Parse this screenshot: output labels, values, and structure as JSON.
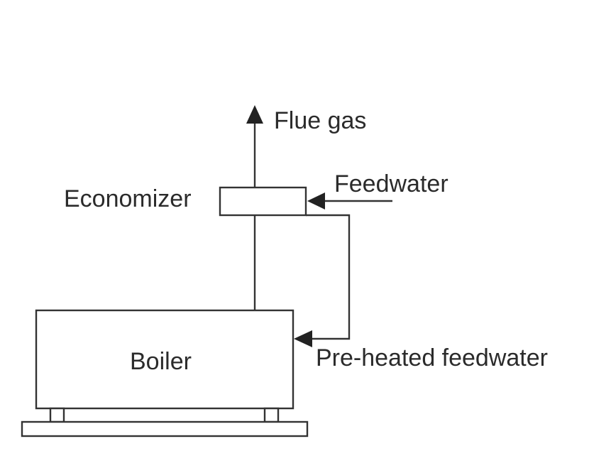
{
  "labels": {
    "flue_gas": "Flue gas",
    "economizer": "Economizer",
    "feedwater": "Feedwater",
    "boiler": "Boiler",
    "preheated_feedwater": "Pre-heated feedwater"
  }
}
